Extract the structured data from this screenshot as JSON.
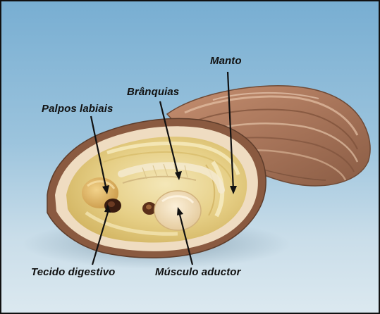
{
  "diagram": {
    "labels": {
      "manto": "Manto",
      "branquias": "Brânquias",
      "palpos_labiais": "Palpos labiais",
      "tecido_digestivo": "Tecido digestivo",
      "musculo_aductor": "Músculo aductor"
    }
  },
  "colors": {
    "sky_top": "#7fb3d5",
    "sky_bottom": "#d6e6ef",
    "shell_brown": "#9a6a4c",
    "shell_rim": "#e9d3b5",
    "inner_flesh": "#e8d38a",
    "mantle_yellow": "#f0e2a0"
  }
}
